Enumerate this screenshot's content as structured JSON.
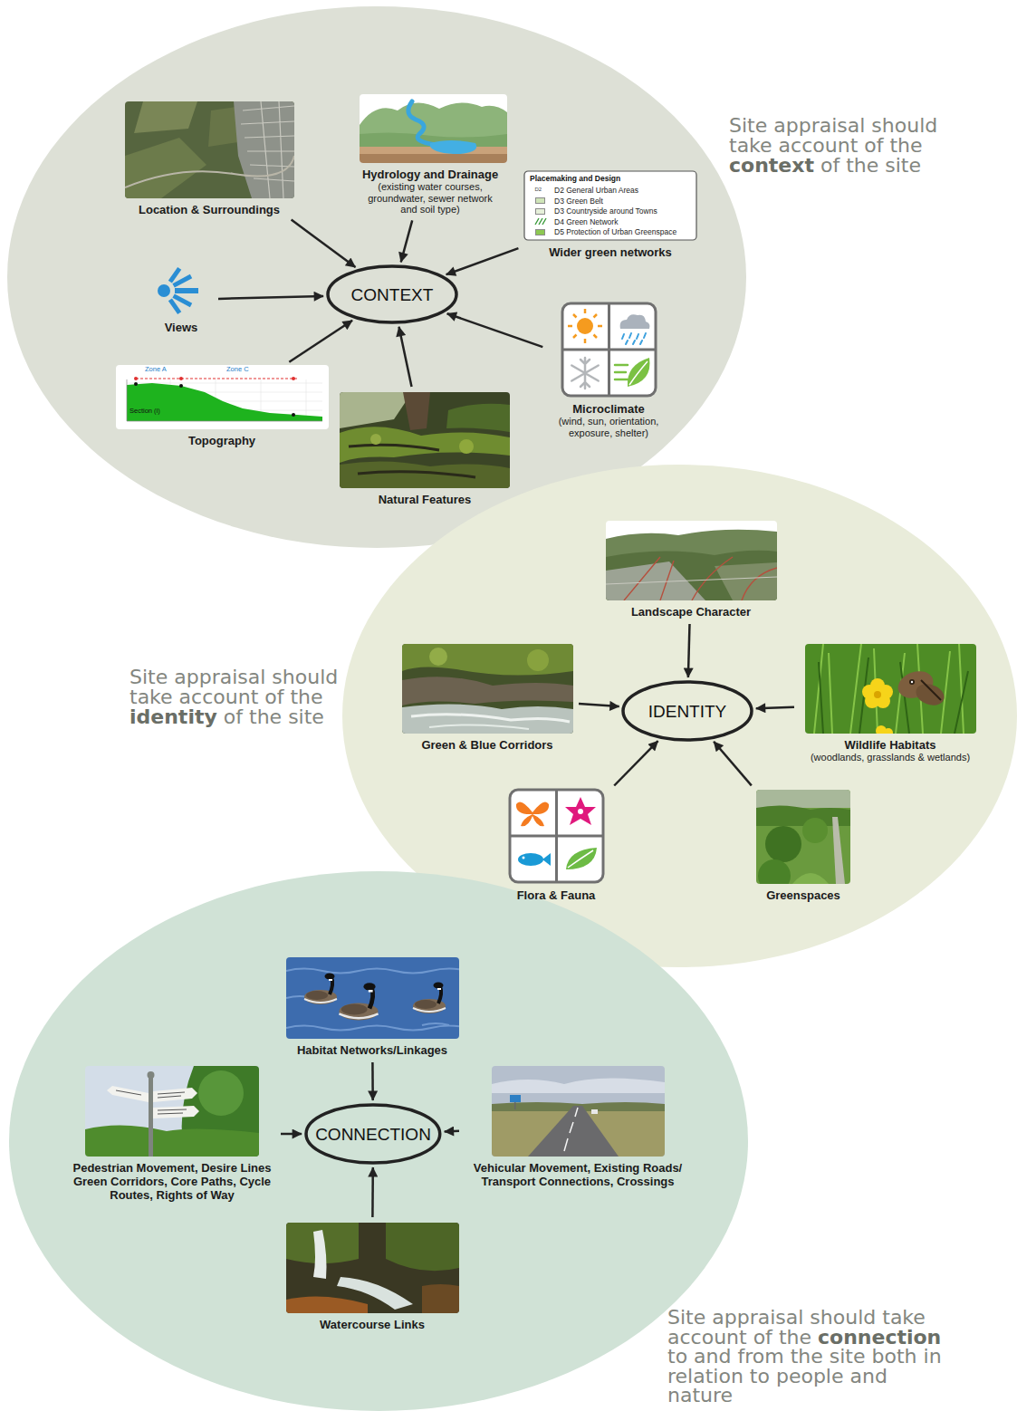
{
  "diagram": {
    "nodes": [
      {
        "text": [
          "Site appraisal should take account of the context of the site"
        ]
      },
      {
        "text": [
          "Location & Surroundings"
        ],
        "in": 0
      },
      {
        "text": [
          "Hydrology and Drainage",
          "(existing water courses, groundwater, sewer network and soil type)"
        ],
        "in": 0
      },
      {
        "text": [
          "Wider green networks"
        ],
        "in": 0
      },
      {
        "text": [
          "Views"
        ],
        "in": 0
      },
      {
        "text": [
          "CONTEXT"
        ],
        "in": 0
      },
      {
        "text": [
          "Topography"
        ],
        "in": 0
      },
      {
        "text": [
          "Natural Features"
        ],
        "in": 0
      },
      {
        "text": [
          "Microclimate",
          "(wind, sun, orientation, exposure, shelter)"
        ],
        "in": 0
      },
      {
        "text": [
          "Site appraisal should take account of the identity of the site"
        ]
      },
      {
        "text": [
          "Landscape Character"
        ],
        "in": 9
      },
      {
        "text": [
          "Green & Blue Corridors"
        ],
        "in": 9
      },
      {
        "text": [
          "IDENTITY"
        ],
        "in": 9
      },
      {
        "text": [
          "Wildlife Habitats",
          "(woodlands, grasslands & wetlands)"
        ],
        "in": 9
      },
      {
        "text": [
          "Flora & Fauna"
        ],
        "in": 9
      },
      {
        "text": [
          "Greenspaces"
        ],
        "in": 9
      },
      {
        "text": [
          "Site appraisal should take account of the connection to and from the site both in relation to people and nature"
        ]
      },
      {
        "text": [
          "Habitat Networks/Linkages"
        ],
        "in": 16
      },
      {
        "text": [
          "Pedestrian Movement, Desire Lines Green Corridors, Core Paths, Cycle Routes, Rights of Way"
        ],
        "in": 16
      },
      {
        "text": [
          "CONNECTION"
        ],
        "in": 16
      },
      {
        "text": [
          "Vehicular Movement, Existing Roads/ Transport Connections, Crossings"
        ],
        "in": 16
      },
      {
        "text": [
          "Watercourse Links"
        ],
        "in": 16
      }
    ],
    "edges": [
      {
        "from": 1,
        "to": 5,
        "arrow": "to"
      },
      {
        "from": 2,
        "to": 5,
        "arrow": "to"
      },
      {
        "from": 3,
        "to": 5,
        "arrow": "to"
      },
      {
        "from": 4,
        "to": 5,
        "arrow": "to"
      },
      {
        "from": 6,
        "to": 5,
        "arrow": "to"
      },
      {
        "from": 7,
        "to": 5,
        "arrow": "to"
      },
      {
        "from": 8,
        "to": 5,
        "arrow": "to"
      },
      {
        "from": 10,
        "to": 12,
        "arrow": "to"
      },
      {
        "from": 11,
        "to": 12,
        "arrow": "to"
      },
      {
        "from": 13,
        "to": 12,
        "arrow": "to"
      },
      {
        "from": 14,
        "to": 12,
        "arrow": "to"
      },
      {
        "from": 15,
        "to": 12,
        "arrow": "to"
      },
      {
        "from": 17,
        "to": 19,
        "arrow": "to"
      },
      {
        "from": 18,
        "to": 19,
        "arrow": "to"
      },
      {
        "from": 20,
        "to": 19,
        "arrow": "to"
      },
      {
        "from": 21,
        "to": 19,
        "arrow": "to"
      }
    ],
    "labels": [
      "Placemaking and Design",
      "D2",
      "Zone A",
      "Zone C",
      "Section (i)"
    ],
    "legend": [
      {
        "text": "D2 General Urban Areas"
      },
      {
        "text": "D3 Green Belt",
        "color": "#cfe5b8"
      },
      {
        "text": "D3 Countryside around Towns",
        "color": "#e6f0da"
      },
      {
        "text": "D4 Green Network"
      },
      {
        "text": "D5 Protection of Urban Greenspace",
        "color": "#8dc852"
      }
    ]
  }
}
